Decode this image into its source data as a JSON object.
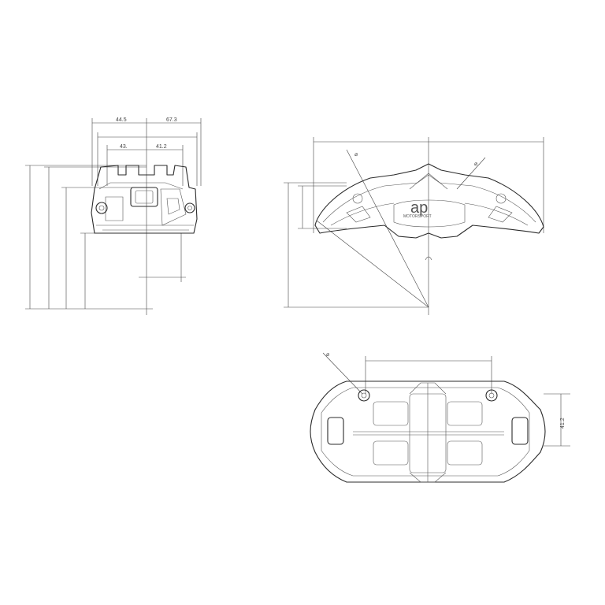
{
  "side_view": {
    "dim_top_left": "44.5",
    "dim_top_right": "67.3",
    "dim_mid_left": "43.",
    "dim_mid_right": "41.2"
  },
  "front_view": {
    "brand_name": "ap",
    "brand_sub": "MOTORSPORT",
    "diameter_symbol_1": "⌀",
    "diameter_symbol_2": "⌀"
  },
  "top_view": {
    "diameter_symbol": "⌀",
    "dim_right": "41.2"
  }
}
